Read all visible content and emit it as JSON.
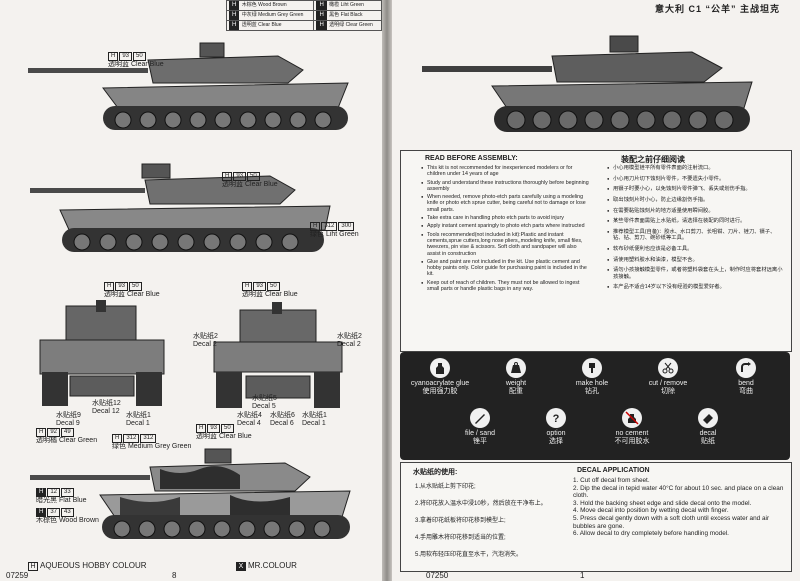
{
  "left_page": {
    "legend_rows": [
      {
        "code": "H",
        "cn": "木棕色",
        "name": "Wood Brown",
        "code2": "H",
        "cn2": "橄榄",
        "name2": "Liht Green"
      },
      {
        "code": "H",
        "cn": "中灰绿",
        "name": "Medium Grey Green",
        "code2": "H",
        "cn2": "黑色",
        "name2": "Flat Black"
      },
      {
        "code": "H",
        "cn": "透明蓝",
        "name": "Clear Blue",
        "code2": "H",
        "cn2": "透明绿",
        "name2": "Clear Green"
      }
    ],
    "callouts": {
      "side1_clear_blue": {
        "code": "H",
        "num": "93",
        "num2": "50",
        "cn": "透明蓝",
        "en": "Clear Blue"
      },
      "side2_clear_blue": {
        "code": "H",
        "num": "93",
        "num2": "50",
        "cn": "透明蓝",
        "en": "Clear Blue"
      },
      "side2_green": {
        "code": "H",
        "num": "312",
        "num2": "300",
        "cn": "绿色",
        "en": "Liht Green"
      },
      "front_clear_blue": {
        "code": "H",
        "num": "93",
        "num2": "50",
        "cn": "透明蓝",
        "en": "Clear Blue"
      },
      "rear_clear_blue": {
        "code": "H",
        "num": "93",
        "num2": "50",
        "cn": "透明蓝",
        "en": "Clear Blue"
      },
      "decal2_a": {
        "cn": "水贴纸2",
        "en": "Decal 2"
      },
      "decal2_b": {
        "cn": "水贴纸2",
        "en": "Decal 2"
      },
      "decal9": {
        "cn": "水贴纸9",
        "en": "Decal 9"
      },
      "decal12": {
        "cn": "水贴纸12",
        "en": "Decal 12"
      },
      "decal1_a": {
        "cn": "水贴纸1",
        "en": "Decal 1"
      },
      "decal5": {
        "cn": "水贴纸5",
        "en": "Decal 5"
      },
      "decal4": {
        "cn": "水贴纸4",
        "en": "Decal 4"
      },
      "decal6": {
        "cn": "水贴纸6",
        "en": "Decal 6"
      },
      "decal1_b": {
        "cn": "水贴纸1",
        "en": "Decal 1"
      },
      "clear_green": {
        "code": "H",
        "num": "92",
        "num2": "49",
        "cn": "透明橘",
        "en": "Clear Green"
      },
      "rear_clear_blue2": {
        "code": "H",
        "num": "93",
        "num2": "50",
        "cn": "透明蓝",
        "en": "Clear Blue"
      },
      "medium_grey_green": {
        "code": "H",
        "num": "312",
        "num2": "312",
        "cn": "绿色",
        "en": "Medium Grey Green"
      },
      "flat_blue": {
        "code": "H",
        "num": "12",
        "num2": "33",
        "cn": "暗光黑",
        "en": "Flat Blue"
      },
      "wood_brown": {
        "code": "H",
        "num": "37",
        "num2": "43",
        "cn": "木棕色",
        "en": "Wood Brown"
      }
    },
    "footer": {
      "box1": "H",
      "box1_label": "AQUEOUS HOBBY COLOUR",
      "box2": "X",
      "box2_label": "MR.COLOUR",
      "page": "8",
      "code": "07259"
    }
  },
  "right_page": {
    "title": "意大利 C1 “公羊” 主战坦克",
    "read_before": {
      "heading_en": "READ BEFORE ASSEMBLY:",
      "heading_cn": "装配之前仔细阅读",
      "items_en": [
        "This kit is not recommended for inexperienced modelers or for children under 14 years of age",
        "Study and understand these instructions thoroughly before beginning assembly",
        "When needed, remove photo-etch parts carefully using a modeling knife or photo etch sprue cutter, being careful not to damage or lose small parts.",
        "Take extra care in handling photo etch parts to avoid injury",
        "Apply instant cement sparingly to photo etch parts where instructed",
        "Tools recommended(not included in kit):Plastic and instant cements,sprue cutters,long nose pliers,,modeling knife, small files, tweezers, pin vise & scissors. Soft cloth and sandpaper will also assist in construction",
        "Glue and paint are not included in the kit. Use plastic cement and hobby paints only. Color guide for purchasing paint is included in the kit.",
        "Keep out of reach of children. They must not be allowed to ingest small parts or handle plastic bags in any way."
      ],
      "items_cn": [
        "小心用模型锉平所有零件表面的注射流口。",
        "小心用刀片切下蚀刻片零件，不要遗失小零件。",
        "用镊子时要小心，以免蚀刻片零件弹飞、丢失或划伤手指。",
        "取出蚀刻片时小心，防止边缘割伤手指。",
        "在需要黏贴蚀刻片的地方适量使用瞬间胶。",
        "某些零件表面需贴上水贴纸，请选择在装配的同时进行。",
        "推荐模型工具(自备)：胶水、水口剪刀、长咀钳、刀片、锉刀、镊子、钻、钻、剪刀、碗砂纸等工具。",
        "软布砂纸便利也应该是必备工具。",
        "请使用塑料胶水和油漆，模型不含。",
        "请勿小孩接触模型零件，或者将塑料袋套在头上，制作时应将套材远离小孩接触。",
        "本产品不适合14岁以下没有经验的模型爱好者。"
      ]
    },
    "icons": [
      {
        "name": "cyanoacrylate-glue",
        "en": "cyanoacrylate glue",
        "cn": "使用强力胶"
      },
      {
        "name": "weight",
        "en": "weight",
        "cn": "配重"
      },
      {
        "name": "make-hole",
        "en": "make hole",
        "cn": "钻孔"
      },
      {
        "name": "cut-remove",
        "en": "cut / remove",
        "cn": "切除"
      },
      {
        "name": "bend",
        "en": "bend",
        "cn": "弯曲"
      },
      {
        "name": "file-sand",
        "en": "file / sand",
        "cn": "锉平"
      },
      {
        "name": "option",
        "en": "option",
        "cn": "选择"
      },
      {
        "name": "no-cement",
        "en": "no cement",
        "cn": "不可用胶水"
      },
      {
        "name": "decal",
        "en": "decal",
        "cn": "贴纸"
      }
    ],
    "decal": {
      "heading_cn": "水贴纸的使用:",
      "heading_en": "DECAL APPLICATION",
      "steps_cn": [
        "1.从水贴纸上剪下印花;",
        "2.将印花放入温水中浸10秒，然后放在干净布上。",
        "3.拿着印花纸板将印花移到模型上;",
        "4.手用雕木将印花移到适当的位置;",
        "5.用软布轻压印花直至水干，汽泡消失。"
      ],
      "steps_en": [
        "1. Cut off decal from sheet.",
        "2. Dip the decal in tepid water 40°C for about 10 sec. and place on a clean cloth.",
        "3. Hold the backing sheet edge and slide decal onto the model.",
        "4. Move decal into position by wetting decal with finger.",
        "5. Press decal gently down with a soft cloth until excess water and air bubbles are gone.",
        "6. Allow decal to dry completely before handling model."
      ]
    },
    "footer": {
      "code": "07250",
      "page": "1"
    }
  }
}
